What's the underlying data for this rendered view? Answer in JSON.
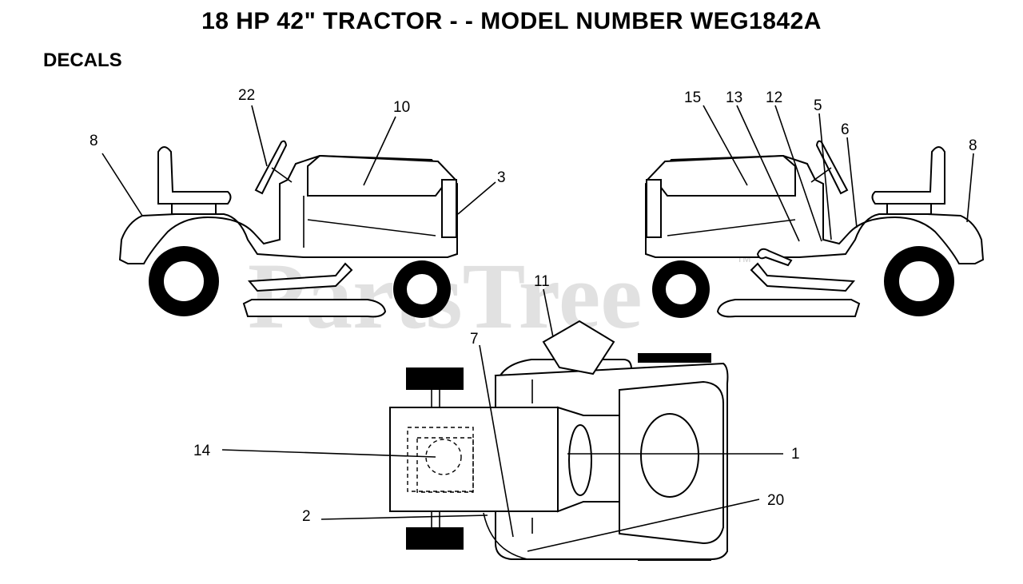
{
  "header": {
    "title": "18 HP 42\" TRACTOR - - MODEL NUMBER WEG1842A",
    "section": "DECALS"
  },
  "watermark": {
    "text": "PartsTree",
    "tm": "TM"
  },
  "callouts": {
    "c22": "22",
    "c10": "10",
    "c8_left": "8",
    "c3": "3",
    "c15": "15",
    "c13": "13",
    "c12": "12",
    "c5": "5",
    "c6": "6",
    "c8_right": "8",
    "c11": "11",
    "c7": "7",
    "c14": "14",
    "c1": "1",
    "c2": "2",
    "c20": "20"
  }
}
